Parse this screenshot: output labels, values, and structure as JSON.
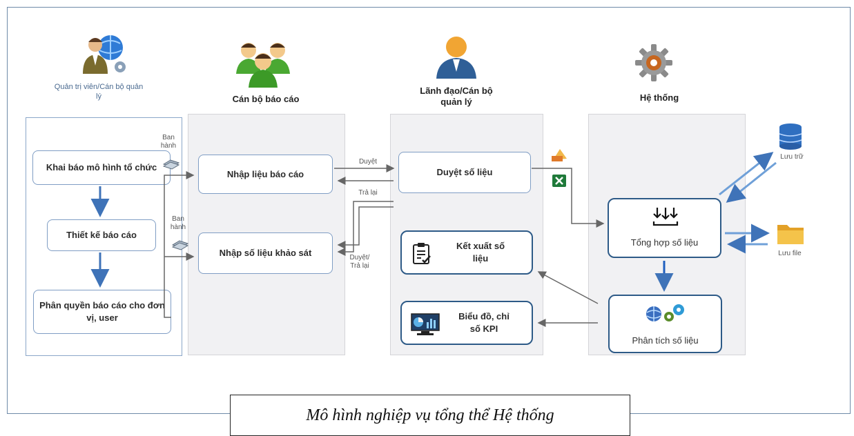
{
  "roles": {
    "admin": "Quản trị viên/Cán bộ quản lý",
    "reporter": "Cán bộ báo cáo",
    "leader": "Lãnh đạo/Cán bộ quản lý",
    "system": "Hệ thống"
  },
  "admin_steps": {
    "model": "Khai báo mô hình tổ chức",
    "design": "Thiết kế báo cáo",
    "permission": "Phân quyền báo cáo cho đơn vị, user"
  },
  "reporter_steps": {
    "input_report": "Nhập liệu báo cáo",
    "input_survey": "Nhập số liệu khảo sát"
  },
  "leader_steps": {
    "approve": "Duyệt số liệu",
    "export": "Kết xuất số liệu",
    "charts": "Biểu đồ, chỉ số KPI"
  },
  "system_steps": {
    "aggregate": "Tổng hợp số liệu",
    "analyze": "Phân tích số liệu"
  },
  "edge_labels": {
    "issue1": "Ban hành",
    "issue2": "Ban hành",
    "approve": "Duyệt",
    "return": "Trả lại",
    "approve_return": "Duyệt/ Trả lại"
  },
  "storage": {
    "store": "Lưu trữ",
    "file": "Lưu file"
  },
  "caption": "Mô hình nghiệp vụ tổng thể Hệ thống",
  "colors": {
    "dark_border": "#2d5a87",
    "light_border": "#7f9dc4",
    "arrow_blue": "#3f73b8",
    "lane_bg": "#f1f1f3",
    "connector": "#666666"
  }
}
